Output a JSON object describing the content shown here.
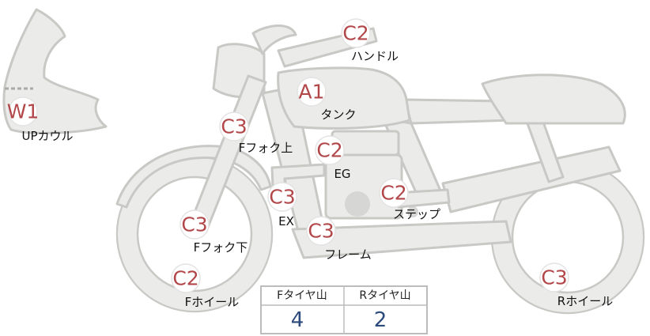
{
  "parts": [
    {
      "id": "handle",
      "grade": "C2",
      "label": "ハンドル"
    },
    {
      "id": "tank",
      "grade": "A1",
      "label": "タンク"
    },
    {
      "id": "upcowl",
      "grade": "W1",
      "label": "UPカウル"
    },
    {
      "id": "ffork_upper",
      "grade": "C3",
      "label": "Fフォク上"
    },
    {
      "id": "engine",
      "grade": "C2",
      "label": "EG"
    },
    {
      "id": "exhaust",
      "grade": "C3",
      "label": "EX"
    },
    {
      "id": "step",
      "grade": "C2",
      "label": "ステップ"
    },
    {
      "id": "ffork_lower",
      "grade": "C3",
      "label": "Fフォク下"
    },
    {
      "id": "frame",
      "grade": "C3",
      "label": "フレーム"
    },
    {
      "id": "fwheel",
      "grade": "C2",
      "label": "Fホイール"
    },
    {
      "id": "rwheel",
      "grade": "C3",
      "label": "Rホイール"
    }
  ],
  "tire_table": {
    "headers": [
      "Fタイヤ山",
      "Rタイヤ山"
    ],
    "values": [
      "4",
      "2"
    ]
  },
  "colors": {
    "badge_text": "#b2474a",
    "table_value": "#2d4a7c",
    "bike_fill": "#ebebe9",
    "bike_stroke": "#c8c8c4"
  }
}
